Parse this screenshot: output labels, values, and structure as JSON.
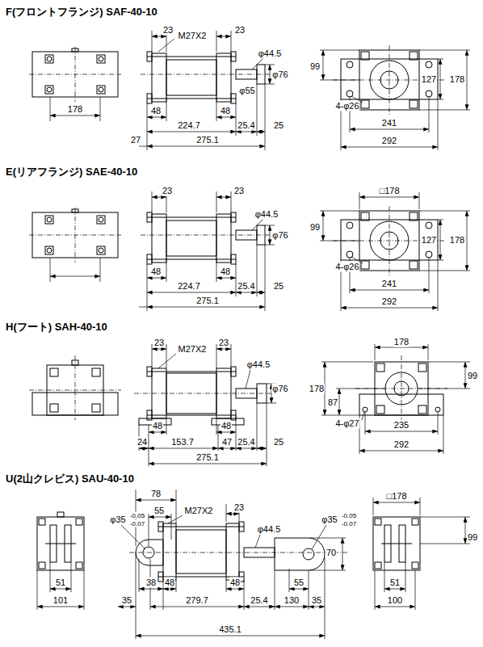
{
  "diagram": {
    "labels": [
      "F(フロントフランジ) SAF-40-10",
      "23",
      "23",
      "M27X2",
      "φ44.5",
      "φ55",
      "φ76",
      "178",
      "99",
      "127",
      "178",
      "4-φ26",
      "48",
      "48",
      "224.7",
      "25.4",
      "25",
      "27",
      "275.1",
      "241",
      "292",
      "E(リアフランジ) SAE-40-10",
      "23",
      "23",
      "□178",
      "φ44.5",
      "φ76",
      "99",
      "127",
      "178",
      "4-φ26",
      "48",
      "48",
      "224.7",
      "25.4",
      "25",
      "241",
      "292",
      "275.1",
      "H(フート) SAH-40-10",
      "23",
      "23",
      "178",
      "M27X2",
      "φ44.5",
      "99",
      "φ76",
      "178",
      "87",
      "4-φ27",
      "48",
      "48",
      "235",
      "24",
      "153.7",
      "47",
      "25.4",
      "25",
      "292",
      "275.1",
      "U(2山クレビス) SAU-40-10",
      "78",
      "□178",
      "55",
      "M27X2",
      "23",
      "φ35",
      "-0.05",
      "-0.07",
      "φ35",
      "-0.05",
      "-0.07",
      "φ44.5",
      "99",
      "70",
      "51",
      "38",
      "48",
      "48",
      "55",
      "51",
      "101",
      "35",
      "279.7",
      "25.4",
      "130",
      "35",
      "100",
      "435.1"
    ]
  }
}
